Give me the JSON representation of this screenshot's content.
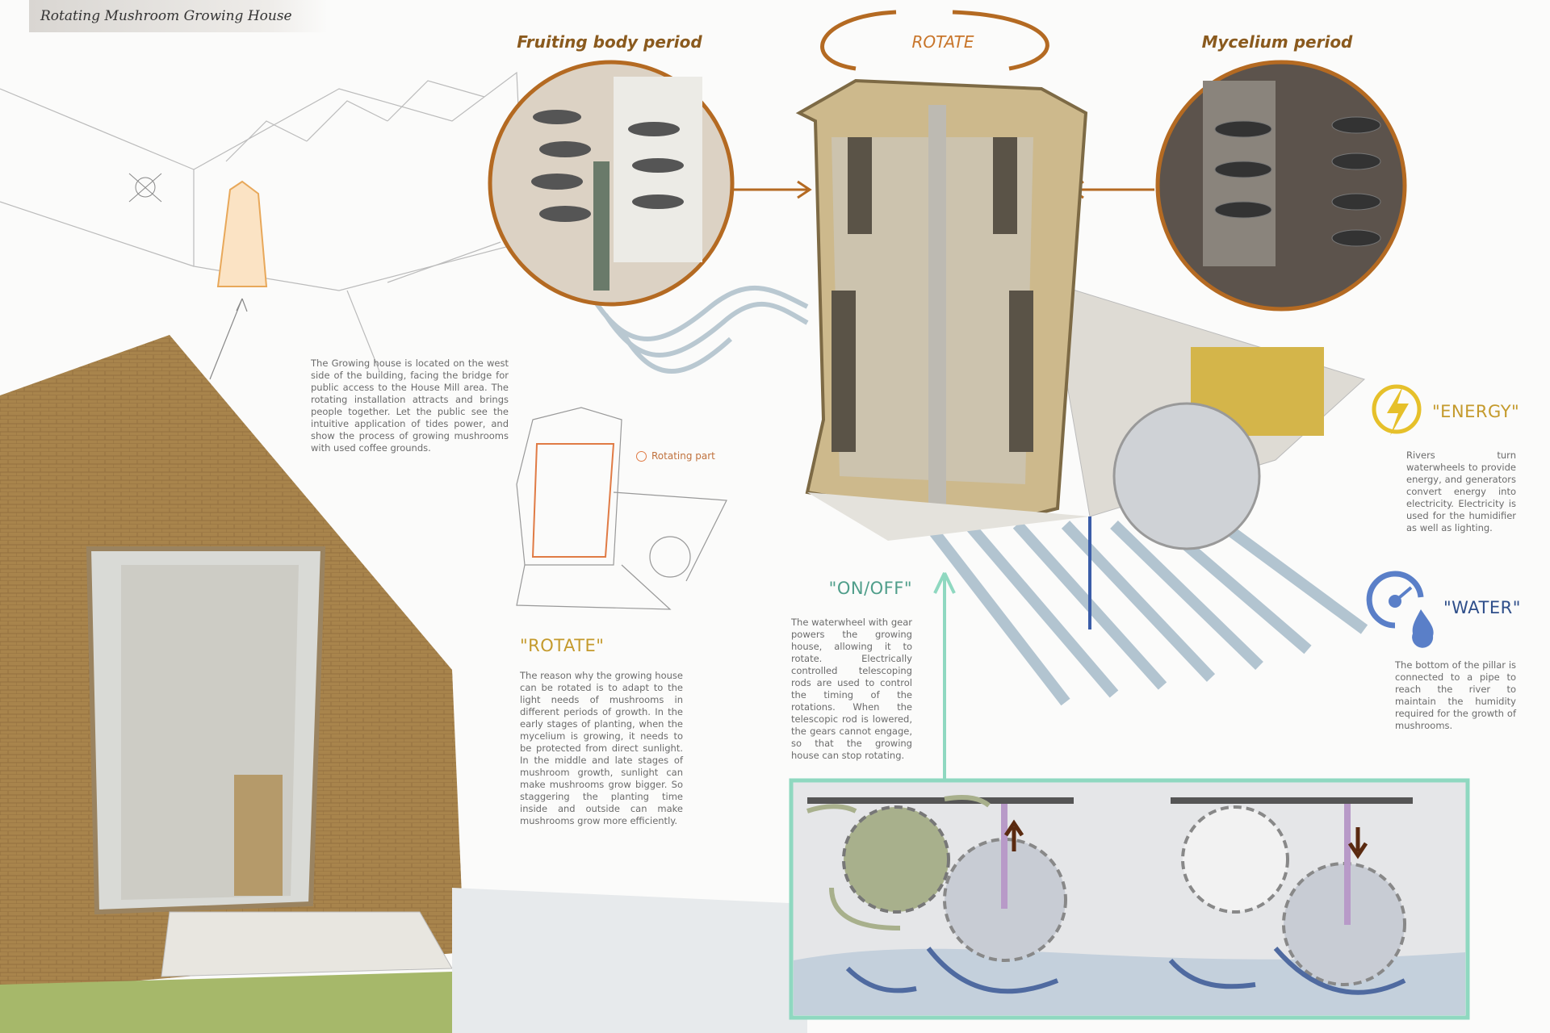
{
  "title": "Rotating Mushroom Growing House",
  "headers": {
    "fruiting": "Fruiting body period",
    "rotate": "ROTATE",
    "mycelium": "Mycelium period"
  },
  "site_text": "The Growing house is located on the west side of the building, facing the bridge for public access to the House Mill area. The rotating installation attracts and brings people together. Let the public see the intuitive application of tides power, and show the process of growing mushrooms with used coffee grounds.",
  "rotating_part_label": "Rotating part",
  "rotate_section": {
    "heading": "\"ROTATE\"",
    "text": "The reason why the growing house can be rotated is to adapt to the light needs of mushrooms in different periods of growth. In the early stages of planting, when the mycelium is growing, it needs to be protected from direct sunlight. In the middle and late stages of mushroom growth, sunlight can make mushrooms grow bigger. So staggering the planting time inside and outside can make mushrooms grow more efficiently."
  },
  "onoff_section": {
    "heading": "\"ON/OFF\"",
    "text": "The waterwheel with gear powers the growing house, allowing it to rotate. Electrically controlled telescoping rods are used to control the timing of the rotations. When the telescopic rod is lowered, the gears cannot engage, so that the growing house can stop rotating."
  },
  "energy_section": {
    "heading": "\"ENERGY\"",
    "icon": "lightning-icon",
    "text": "Rivers turn waterwheels to provide energy, and generators convert energy into electricity. Electricity is used for the humidifier as well as lighting."
  },
  "water_section": {
    "heading": "\"WATER\"",
    "icon": "water-gauge-icon",
    "text": "The bottom of the pillar is connected to a pipe to reach the river to maintain the humidity required for the growth of mushrooms."
  },
  "colors": {
    "brown": "#8a5a1e",
    "orange": "#c8752a",
    "teal": "#4f9e8a",
    "gold": "#c49a2c",
    "blue": "#2f4f8a",
    "energy": "#e6c02a",
    "water": "#5a7fc8",
    "frame": "#8fd8c0"
  }
}
